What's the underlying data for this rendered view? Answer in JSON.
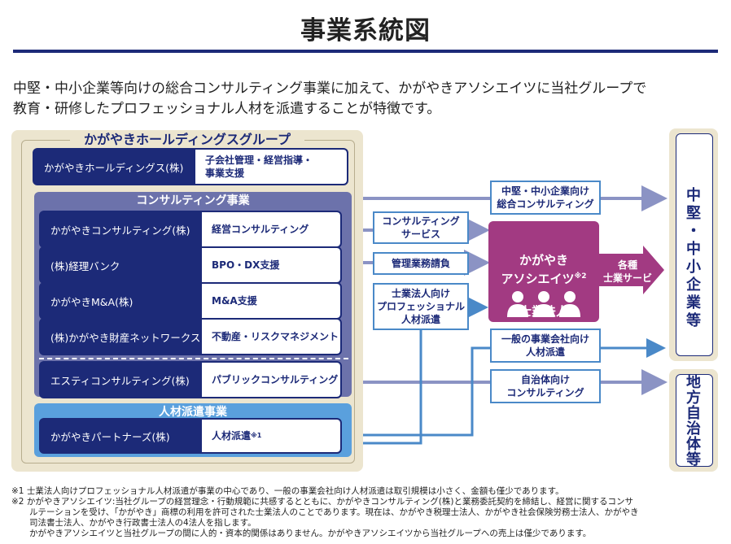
{
  "title": "事業系統図",
  "intro": {
    "line1": "中堅・中小企業等向けの総合コンサルティング事業に加えて、かがやきアソシエイツに当社グループで",
    "line2": "教育・研修したプロフェッショナル人材を派遣することが特徴です。"
  },
  "group": {
    "title": "かがやきホールディングスグループ",
    "holdings": {
      "name": "かがやきホールディングス(株)",
      "business": "子会社管理・経営指導・\n事業支援"
    },
    "consulting_title": "コンサルティング事業",
    "companies": [
      {
        "name": "かがやきコンサルティング(株)",
        "business": "経営コンサルティング"
      },
      {
        "name": "(株)経理バンク",
        "business": "BPO・DX支援"
      },
      {
        "name": "かがやきM&A(株)",
        "business": "M&A支援"
      },
      {
        "name": "(株)かがやき財産ネットワークス",
        "business": "不動産・リスクマネジメント"
      },
      {
        "name": "エスティコンサルティング(株)",
        "business": "パブリックコンサルティング"
      }
    ],
    "dispatch_title": "人材派遣事業",
    "dispatch_company": {
      "name": "かがやきパートナーズ(株)",
      "business": "人材派遣",
      "note_mark": "※1"
    }
  },
  "services": {
    "sme_consulting": "中堅・中小企業向け\n総合コンサルティング",
    "consulting_service": "コンサルティング\nサービス",
    "accounting_outsourcing": "管理業務請負",
    "professional_dispatch": "士業法人向け\nプロフェッショナル\n人材派遣",
    "general_dispatch": "一般の事業会社向け\n人材派遣",
    "municipal_consulting": "自治体向け\nコンサルティング"
  },
  "associates": {
    "name": "かがやき\nアソシエイツ",
    "mark": "※2",
    "type": "(士業法人)",
    "arrow_label": "各種\n士業サービス",
    "icon": "people-icon"
  },
  "clients": {
    "sme": "中堅・中小企業等",
    "municipality": "地方自治体等"
  },
  "notes": {
    "n1": "※1 士業法人向けプロフェッショナル人材派遣が事業の中心であり、一般の事業会社向け人材派遣は取引規模は小さく、金額も僅少であります。",
    "n2a": "※2 かがやきアソシエイツ:当社グループの経営理念・行動規範に共感するとともに、かがやきコンサルティング(株)と業務委託契約を締結し、経営に関するコンサ",
    "n2b": "ルテーションを受け、「かがやき」商標の利用を許可された士業法人のことであります。現在は、かがやき税理士法人、かがやき社会保険労務士法人、かがやき",
    "n2c": "司法書士法人、かがやき行政書士法人の4法人を指します。",
    "n2d": "かがやきアソシエイツと当社グループの間に人的・資本的関係はありません。かがやきアソシエイツから当社グループへの売上は僅少であります。"
  },
  "colors": {
    "navy": "#1c2a78",
    "purple": "#6c72ab",
    "sky": "#5aa0dd",
    "magenta": "#a23a82",
    "beige": "#ece5cf",
    "line": "#4a89c8",
    "arrow": "#8b93c4"
  }
}
